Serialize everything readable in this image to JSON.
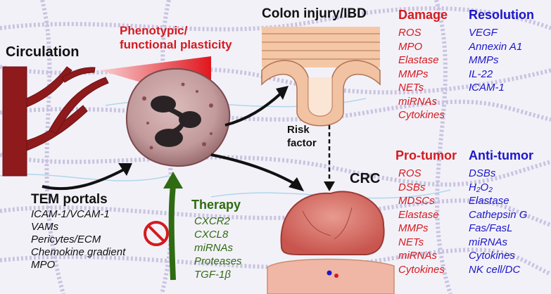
{
  "labels": {
    "circulation": "Circulation",
    "plasticity": "Phenotypic/\nfunctional plasticity",
    "colon_injury": "Colon injury/IBD",
    "risk_factor": "Risk\nfactor",
    "crc": "CRC",
    "tem_portals": "TEM portals",
    "therapy": "Therapy"
  },
  "tem_items": [
    "ICAM-1/VCAM-1",
    "VAMs",
    "Pericytes/ECM",
    "Chemokine gradient",
    "MPO"
  ],
  "therapy_items": [
    "CXCR2",
    "CXCL8",
    "miRNAs",
    "Proteases",
    "TGF-1β"
  ],
  "damage": {
    "heading": "Damage",
    "items": [
      "ROS",
      "MPO",
      "Elastase",
      "MMPs",
      "NETs",
      "miRNAs",
      "Cytokines"
    ]
  },
  "resolution": {
    "heading": "Resolution",
    "items": [
      "VEGF",
      "Annexin A1",
      "MMPs",
      "IL-22",
      "ICAM-1"
    ]
  },
  "pro_tumor": {
    "heading": "Pro-tumor",
    "items": [
      "ROS",
      "DSBs",
      "MDSCs",
      "Elastase",
      "MMPs",
      "NETs",
      "miRNAs",
      "Cytokines"
    ]
  },
  "anti_tumor": {
    "heading": "Anti-tumor",
    "items": [
      "DSBs",
      "H₂O₂",
      "Elastase",
      "Cathepsin G",
      "Fas/FasL",
      "miRNAs",
      "Cytokines",
      "NK cell/DC"
    ]
  },
  "colors": {
    "damage_red": "#d41a1f",
    "resolution_blue": "#1b17c9",
    "therapy_green": "#2f6b12",
    "vessel": "#8e1a1c",
    "cell_body": "#c9a2a4",
    "nucleus": "#2a2326"
  },
  "icons": [
    "blood-vessel-icon",
    "neutrophil-icon",
    "colon-crypt-icon",
    "tumor-icon",
    "inhibition-icon"
  ]
}
